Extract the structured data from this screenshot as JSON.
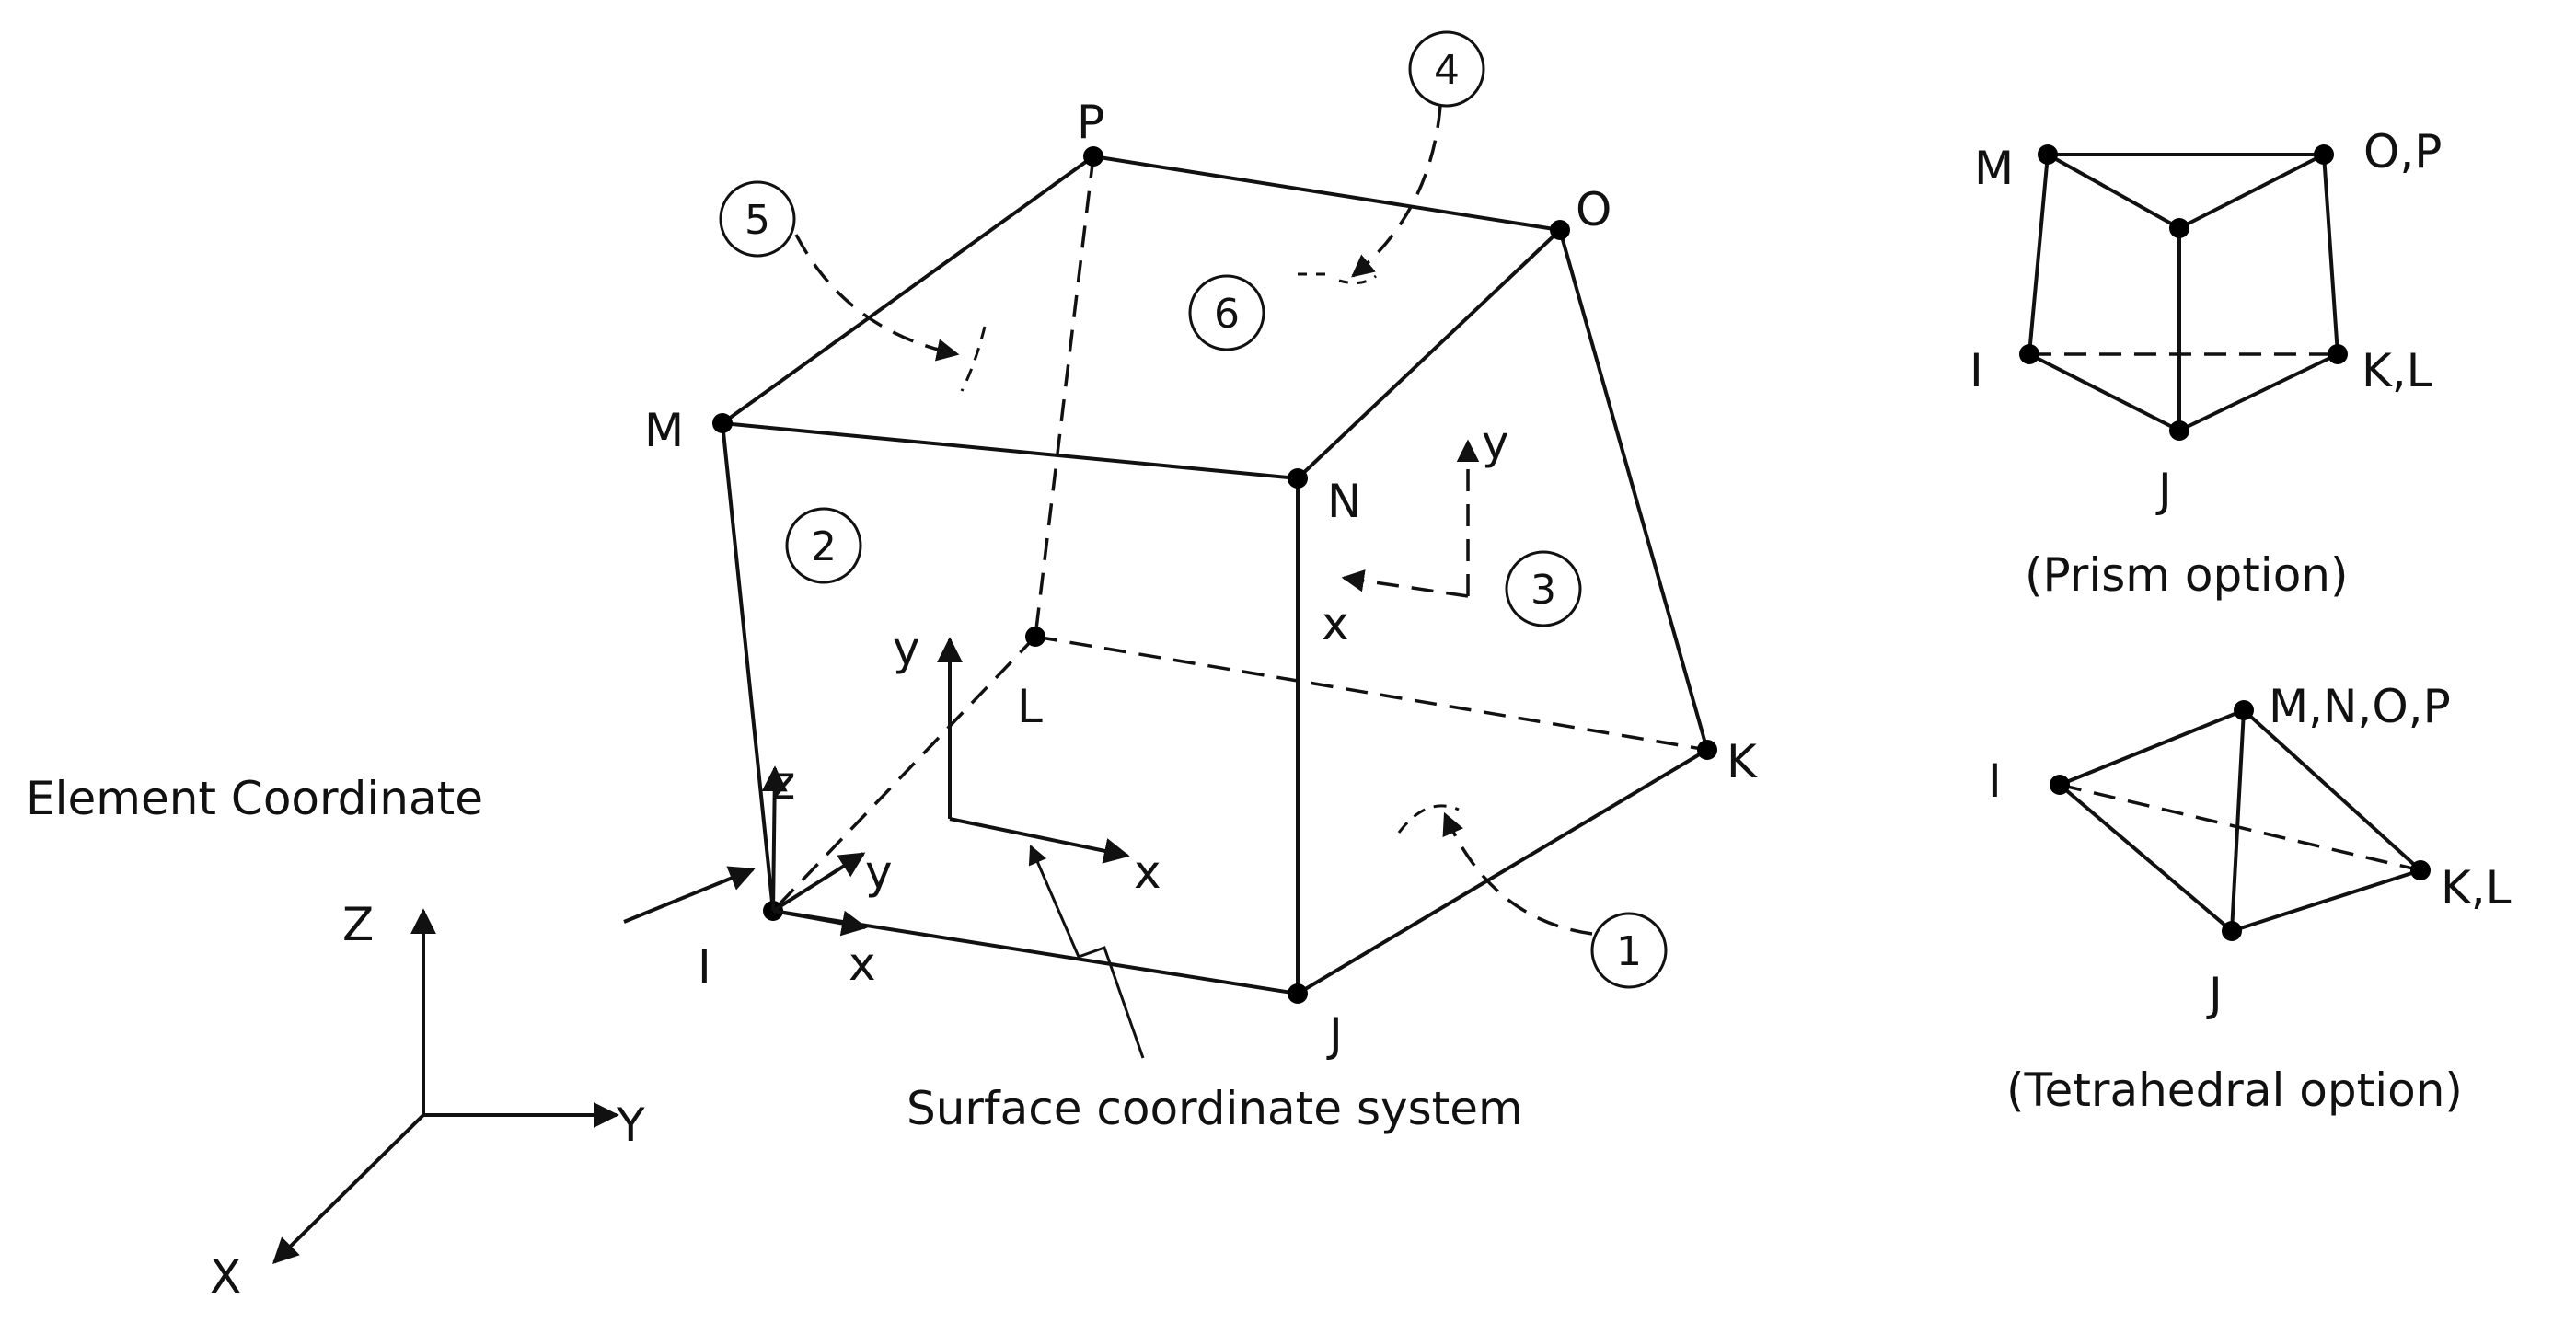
{
  "hex_nodes": {
    "I": "I",
    "J": "J",
    "K": "K",
    "L": "L",
    "M": "M",
    "N": "N",
    "O": "O",
    "P": "P"
  },
  "face_numbers": [
    "1",
    "2",
    "3",
    "4",
    "5",
    "6"
  ],
  "element_coord": {
    "title": "Element Coordinate",
    "x": "X",
    "y": "Y",
    "z": "Z"
  },
  "local_axes_at_i": {
    "x": "x",
    "y": "y",
    "z": "z"
  },
  "surface_axes": {
    "x": "x",
    "y": "y"
  },
  "face3_axes": {
    "x": "x",
    "y": "y"
  },
  "surface_caption": "Surface coordinate system",
  "prism": {
    "caption": "(Prism option)",
    "labels": {
      "M": "M",
      "OP": "O,P",
      "I": "I",
      "KL": "K,L",
      "J": "J"
    }
  },
  "tetra": {
    "caption": "(Tetrahedral option)",
    "labels": {
      "I": "I",
      "MNOP": "M,N,O,P",
      "KL": "K,L",
      "J": "J"
    }
  }
}
